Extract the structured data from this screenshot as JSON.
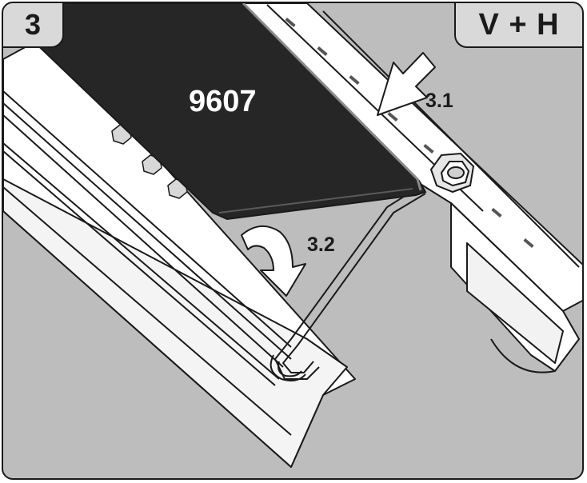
{
  "badges": {
    "step_number": "3",
    "view_label": "V + H"
  },
  "labels": {
    "part_number": "9607",
    "substep_1": "3.1",
    "substep_2": "3.2"
  },
  "colors": {
    "background": "#bdbdbd",
    "part_fill": "#262626",
    "profile_fill": "#ffffff",
    "outline": "#1a1a1a",
    "badge_fill": "#d9d9d9"
  },
  "icons": [
    "press-down-arrow-icon",
    "rotate-arrow-icon",
    "hex-bolt-icon"
  ]
}
